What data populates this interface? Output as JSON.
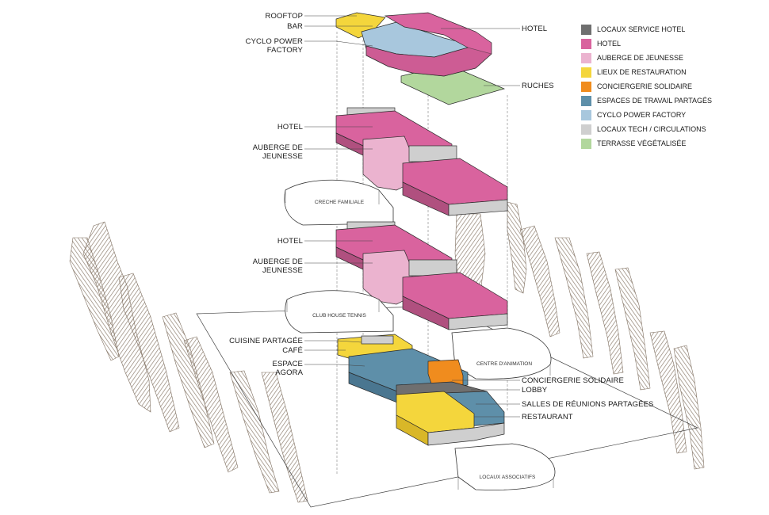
{
  "legend": [
    {
      "label": "LOCAUX SERVICE HOTEL",
      "color": "#6f6f6f"
    },
    {
      "label": "HOTEL",
      "color": "#d9639e"
    },
    {
      "label": "AUBERGE DE JEUNESSE",
      "color": "#ebb3cf"
    },
    {
      "label": "LIEUX DE RESTAURATION",
      "color": "#f4d63c"
    },
    {
      "label": "CONCIERGERIE SOLIDAIRE",
      "color": "#f08c1e"
    },
    {
      "label": "ESPACES DE TRAVAIL PARTAGÉS",
      "color": "#5e8fa9"
    },
    {
      "label": "CYCLO POWER FACTORY",
      "color": "#a8c7dd"
    },
    {
      "label": "LOCAUX TECH / CIRCULATIONS",
      "color": "#cfcfcf"
    },
    {
      "label": "TERRASSE VÉGÉTALISÉE",
      "color": "#b2d79d"
    }
  ],
  "callouts": {
    "rooftop": "ROOFTOP",
    "bar": "BAR",
    "cyclo_1": "CYCLO POWER",
    "cyclo_2": "FACTORY",
    "hotel_top": "HOTEL",
    "ruches": "RUCHES",
    "hotel_l3": "HOTEL",
    "auberge_l3_1": "AUBERGE DE",
    "auberge_l3_2": "JEUNESSE",
    "hotel_l2": "HOTEL",
    "auberge_l2_1": "AUBERGE DE",
    "auberge_l2_2": "JEUNESSE",
    "cuisine": "CUISINE PARTAGÉE",
    "cafe": "CAFÉ",
    "agora_1": "ESPACE",
    "agora_2": "AGORA",
    "conciergerie": "CONCIERGERIE SOLIDAIRE",
    "lobby": "LOBBY",
    "salles": "SALLES DE RÉUNIONS PARTAGÉES",
    "restaurant": "RESTAURANT"
  },
  "plan_labels": {
    "creche": "CRECHE FAMILIALE",
    "club_house": "CLUB HOUSE TENNIS",
    "centre": "CENTRE D'ANIMATION",
    "locaux": "LOCAUX ASSOCIATIFS"
  }
}
